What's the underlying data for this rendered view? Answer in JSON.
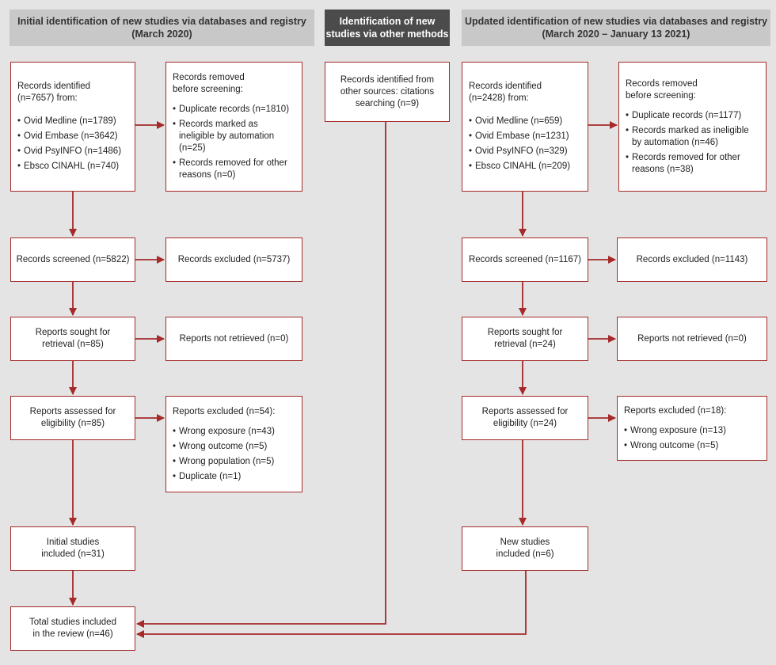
{
  "headers": {
    "initial": [
      "Initial identification of new studies via databases and registry",
      "(March 2020)"
    ],
    "other": [
      "Identification of new",
      "studies via other methods"
    ],
    "updated": [
      "Updated identification of new studies via databases and registry",
      "(March 2020 – January 13 2021)"
    ]
  },
  "initial": {
    "identified": {
      "lines": [
        "Records identified",
        "(n=7657) from:"
      ],
      "items": [
        "Ovid Medline (n=1789)",
        "Ovid Embase (n=3642)",
        "Ovid PsyINFO (n=1486)",
        "Ebsco CINAHL (n=740)"
      ]
    },
    "removed": {
      "lines": [
        "Records removed",
        "before screening:"
      ],
      "items": [
        "Duplicate records (n=1810)",
        "Records marked as ineligible by automation (n=25)",
        "Records removed for other reasons (n=0)"
      ]
    },
    "screened": "Records screened (n=5822)",
    "excluded": "Records excluded (n=5737)",
    "sought": [
      "Reports sought for",
      "retrieval (n=85)"
    ],
    "not_retrieved": "Reports not retrieved (n=0)",
    "assessed": [
      "Reports assessed for",
      "eligibility (n=85)"
    ],
    "reports_excluded": {
      "title": "Reports excluded (n=54):",
      "items": [
        "Wrong exposure (n=43)",
        "Wrong outcome (n=5)",
        "Wrong population (n=5)",
        "Duplicate (n=1)"
      ]
    },
    "included": [
      "Initial studies",
      "included (n=31)"
    ]
  },
  "other": {
    "identified": [
      "Records identified from",
      "other sources: citations",
      "searching (n=9)"
    ]
  },
  "updated": {
    "identified": {
      "lines": [
        "Records identified",
        "(n=2428) from:"
      ],
      "items": [
        "Ovid Medline (n=659)",
        "Ovid Embase (n=1231)",
        "Ovid PsyINFO (n=329)",
        "Ebsco CINAHL (n=209)"
      ]
    },
    "removed": {
      "lines": [
        "Records removed",
        "before screening:"
      ],
      "items": [
        "Duplicate records (n=1177)",
        "Records marked as ineligible by automation (n=46)",
        "Records removed for other reasons (n=38)"
      ]
    },
    "screened": "Records screened (n=1167)",
    "excluded": "Records excluded (n=1143)",
    "sought": [
      "Reports sought for",
      "retrieval (n=24)"
    ],
    "not_retrieved": "Reports not retrieved (n=0)",
    "assessed": [
      "Reports assessed for",
      "eligibility (n=24)"
    ],
    "reports_excluded": {
      "title": "Reports excluded (n=18):",
      "items": [
        "Wrong exposure (n=13)",
        "Wrong outcome (n=5)"
      ]
    },
    "included": [
      "New studies",
      "included (n=6)"
    ]
  },
  "total": [
    "Total studies included",
    "in the review (n=46)"
  ],
  "colors": {
    "arrow": "#a52a2a",
    "box_border": "#a52a2a",
    "header_light": "#c8c8c8",
    "header_dark": "#4b4b4b",
    "background": "#e4e4e4"
  }
}
